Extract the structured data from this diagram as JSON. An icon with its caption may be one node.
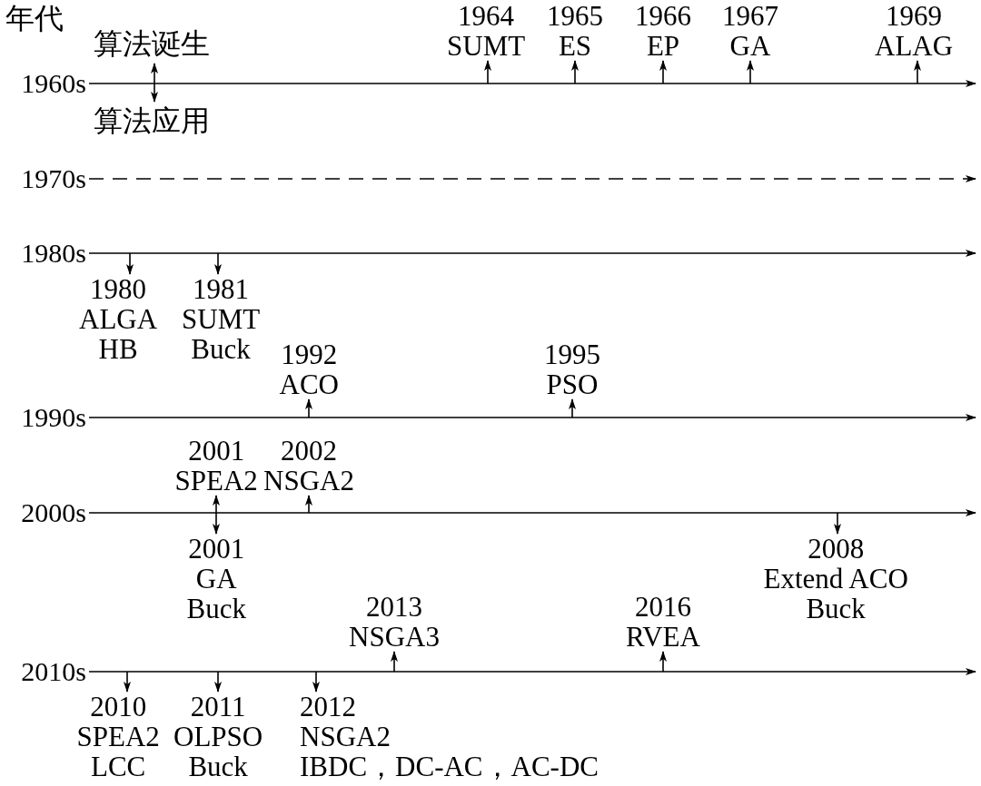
{
  "diagram": {
    "nodes": [
      {
        "text": [
          "1960s"
        ]
      },
      {
        "text": [
          "1964",
          "SUMT"
        ]
      },
      {
        "text": [
          "1965",
          "ES"
        ]
      },
      {
        "text": [
          "1966",
          "EP"
        ]
      },
      {
        "text": [
          "1967",
          "GA"
        ]
      },
      {
        "text": [
          "1969",
          "ALAG"
        ]
      },
      {
        "text": [
          "1970s"
        ]
      },
      {
        "text": [
          "1980s"
        ]
      },
      {
        "text": [
          "1980",
          "ALGA",
          "HB"
        ]
      },
      {
        "text": [
          "1981",
          "SUMT",
          "Buck"
        ]
      },
      {
        "text": [
          "1990s"
        ]
      },
      {
        "text": [
          "1992",
          "ACO"
        ]
      },
      {
        "text": [
          "1995",
          "PSO"
        ]
      },
      {
        "text": [
          "2000s"
        ]
      },
      {
        "text": [
          "2001",
          "SPEA2"
        ]
      },
      {
        "text": [
          "2002",
          "NSGA2"
        ]
      },
      {
        "text": [
          "2001",
          "GA",
          "Buck"
        ]
      },
      {
        "text": [
          "2008",
          "Extend ACO",
          "Buck"
        ]
      },
      {
        "text": [
          "2010s"
        ]
      },
      {
        "text": [
          "2013",
          "NSGA3"
        ]
      },
      {
        "text": [
          "2016",
          "RVEA"
        ]
      },
      {
        "text": [
          "2010",
          "SPEA2",
          "LCC"
        ]
      },
      {
        "text": [
          "2011",
          "OLPSO",
          "Buck"
        ]
      },
      {
        "text": [
          "2012",
          "NSGA2",
          "IBDC，DC-AC，AC-DC"
        ]
      }
    ],
    "edges": [
      {
        "from": 0,
        "to": null,
        "arrow": "to"
      },
      {
        "from": null,
        "to": 1,
        "arrow": "to"
      },
      {
        "from": null,
        "to": 2,
        "arrow": "to"
      },
      {
        "from": null,
        "to": 3,
        "arrow": "to"
      },
      {
        "from": null,
        "to": 4,
        "arrow": "to"
      },
      {
        "from": null,
        "to": 5,
        "arrow": "to"
      },
      {
        "from": 6,
        "to": null,
        "arrow": "to",
        "style": "dashed"
      },
      {
        "from": 7,
        "to": null,
        "arrow": "to"
      },
      {
        "from": null,
        "to": 8,
        "arrow": "to"
      },
      {
        "from": null,
        "to": 9,
        "arrow": "to"
      },
      {
        "from": 10,
        "to": null,
        "arrow": "to"
      },
      {
        "from": null,
        "to": 11,
        "arrow": "to"
      },
      {
        "from": null,
        "to": 12,
        "arrow": "to"
      },
      {
        "from": 13,
        "to": null,
        "arrow": "to"
      },
      {
        "from": null,
        "to": 14,
        "arrow": "to"
      },
      {
        "from": null,
        "to": 15,
        "arrow": "to"
      },
      {
        "from": null,
        "to": 16,
        "arrow": "to"
      },
      {
        "from": null,
        "to": 17,
        "arrow": "to"
      },
      {
        "from": 18,
        "to": null,
        "arrow": "to"
      },
      {
        "from": null,
        "to": 19,
        "arrow": "to"
      },
      {
        "from": null,
        "to": 20,
        "arrow": "to"
      },
      {
        "from": null,
        "to": 21,
        "arrow": "to"
      },
      {
        "from": null,
        "to": 22,
        "arrow": "to"
      },
      {
        "from": null,
        "to": 23,
        "arrow": "to"
      }
    ],
    "labels": [
      "年代"
    ],
    "legend": [
      {
        "text": "算法诞生"
      },
      {
        "text": "算法应用"
      }
    ]
  }
}
